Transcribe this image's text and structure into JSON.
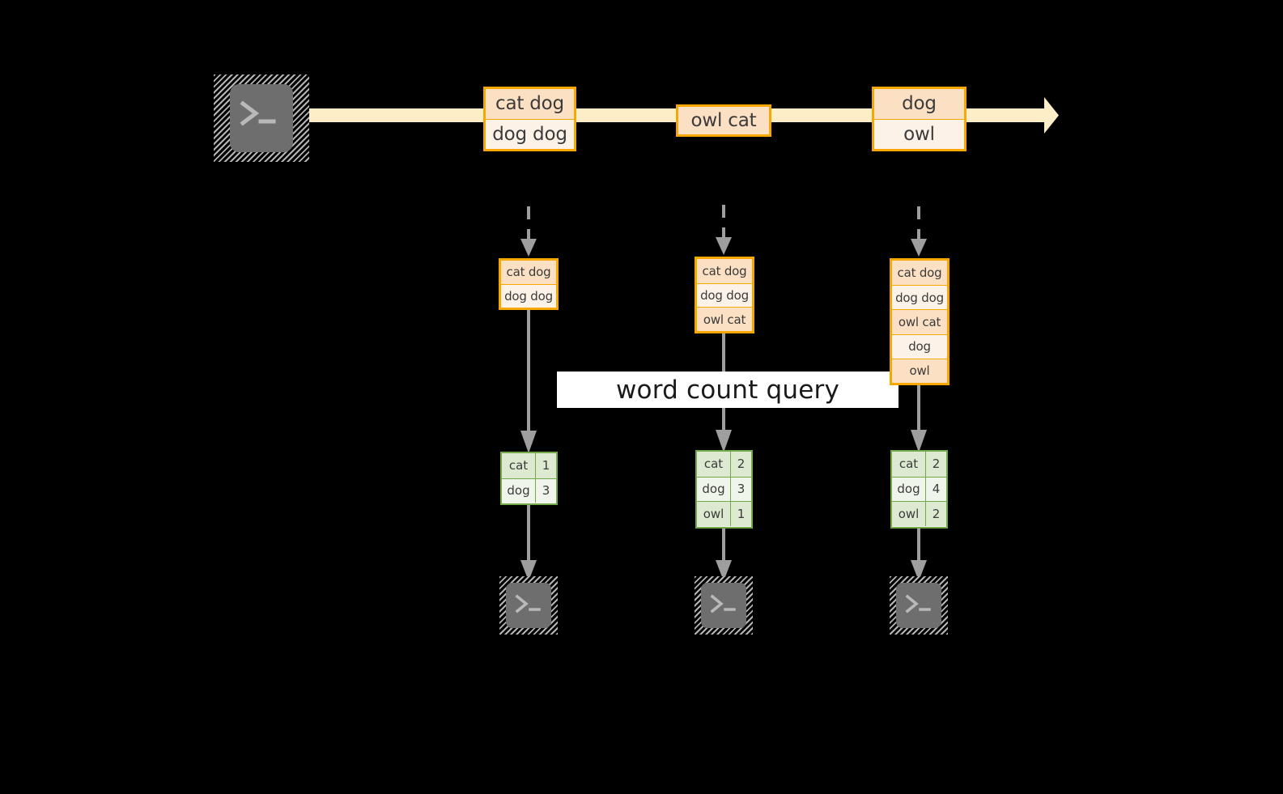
{
  "colors": {
    "background": "#000000",
    "record_border": "#f6a800",
    "record_fill_dark": "#fbe0c3",
    "record_fill_light": "#fdf2e7",
    "stream_arrow": "#fdeec8",
    "result_border": "#74a94a",
    "result_fill_dark": "#dde9d0",
    "result_fill_light": "#f0f5eb",
    "connector": "#9e9e9e",
    "terminal_body": "#6e6e6e",
    "label_band": "#ffffff",
    "text": "#3b3b3b"
  },
  "source": {
    "icon": "terminal-icon",
    "glyph": ">_"
  },
  "stream": {
    "arrow_icon": "right-block-arrow-icon",
    "groups": [
      {
        "rows": [
          "cat dog",
          "dog dog"
        ]
      },
      {
        "rows": [
          "owl cat"
        ]
      },
      {
        "rows": [
          "dog",
          "owl"
        ]
      }
    ]
  },
  "query_label": "word count query",
  "columns": [
    {
      "snapshot": {
        "rows": [
          "cat dog",
          "dog dog"
        ]
      },
      "result": {
        "rows": [
          {
            "word": "cat",
            "count": "1"
          },
          {
            "word": "dog",
            "count": "3"
          }
        ]
      },
      "sink": {
        "icon": "terminal-icon",
        "glyph": ">_"
      }
    },
    {
      "snapshot": {
        "rows": [
          "cat dog",
          "dog dog",
          "owl cat"
        ]
      },
      "result": {
        "rows": [
          {
            "word": "cat",
            "count": "2"
          },
          {
            "word": "dog",
            "count": "3"
          },
          {
            "word": "owl",
            "count": "1"
          }
        ]
      },
      "sink": {
        "icon": "terminal-icon",
        "glyph": ">_"
      }
    },
    {
      "snapshot": {
        "rows": [
          "cat dog",
          "dog dog",
          "owl cat",
          "dog",
          "owl"
        ]
      },
      "result": {
        "rows": [
          {
            "word": "cat",
            "count": "2"
          },
          {
            "word": "dog",
            "count": "4"
          },
          {
            "word": "owl",
            "count": "2"
          }
        ]
      },
      "sink": {
        "icon": "terminal-icon",
        "glyph": ">_"
      }
    }
  ]
}
